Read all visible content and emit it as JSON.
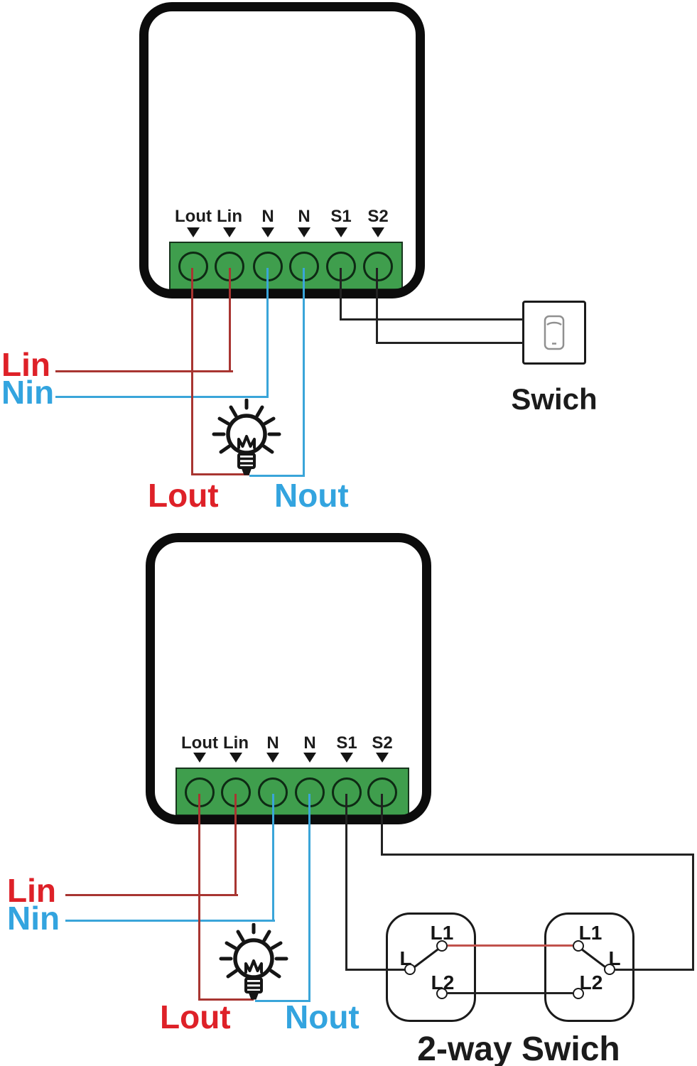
{
  "colors": {
    "red_label": "#de2128",
    "blue_label": "#33a4df",
    "wire_red": "#a83531",
    "wire_blue": "#3aa5d9",
    "wire_black": "#222222",
    "link_red": "#c0524c",
    "terminal_green": "#3f9e4d"
  },
  "top_diagram": {
    "terminals": [
      "Lout",
      "Lin",
      "N",
      "N",
      "S1",
      "S2"
    ],
    "labels": {
      "lin": "Lin",
      "nin": "Nin",
      "lout": "Lout",
      "nout": "Nout"
    },
    "switch_label": "Swich"
  },
  "bottom_diagram": {
    "terminals": [
      "Lout",
      "Lin",
      "N",
      "N",
      "S1",
      "S2"
    ],
    "labels": {
      "lin": "Lin",
      "nin": "Nin",
      "lout": "Lout",
      "nout": "Nout"
    },
    "switch_label": "2-way Swich",
    "left_switch": {
      "l": "L",
      "l1": "L1",
      "l2": "L2"
    },
    "right_switch": {
      "l": "L",
      "l1": "L1",
      "l2": "L2"
    }
  }
}
